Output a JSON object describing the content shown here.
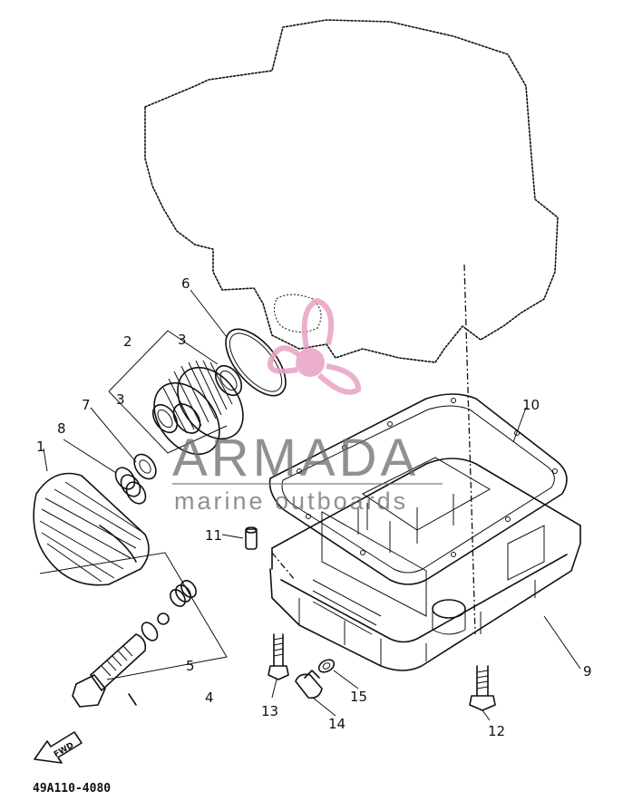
{
  "diagram": {
    "parts": [
      {
        "number": "1",
        "name": "oil-cooler-cover"
      },
      {
        "number": "2",
        "name": "oil-filter-element"
      },
      {
        "number": "3",
        "name": "o-ring"
      },
      {
        "number": "4",
        "name": "union-bolt-assembly"
      },
      {
        "number": "5",
        "name": "o-ring-small"
      },
      {
        "number": "6",
        "name": "o-ring-large"
      },
      {
        "number": "7",
        "name": "washer"
      },
      {
        "number": "8",
        "name": "spring"
      },
      {
        "number": "9",
        "name": "oil-pan"
      },
      {
        "number": "10",
        "name": "gasket"
      },
      {
        "number": "11",
        "name": "dowel-pin"
      },
      {
        "number": "12",
        "name": "bolt"
      },
      {
        "number": "13",
        "name": "bolt-short"
      },
      {
        "number": "14",
        "name": "drain-plug"
      },
      {
        "number": "15",
        "name": "gasket-washer"
      }
    ],
    "forward_arrow_label": "FWD",
    "diagram_code": "49A110-4080"
  },
  "watermark": {
    "brand": "ARMADA",
    "tagline": "marine outboards",
    "accent_color": "#e8a2c4"
  }
}
